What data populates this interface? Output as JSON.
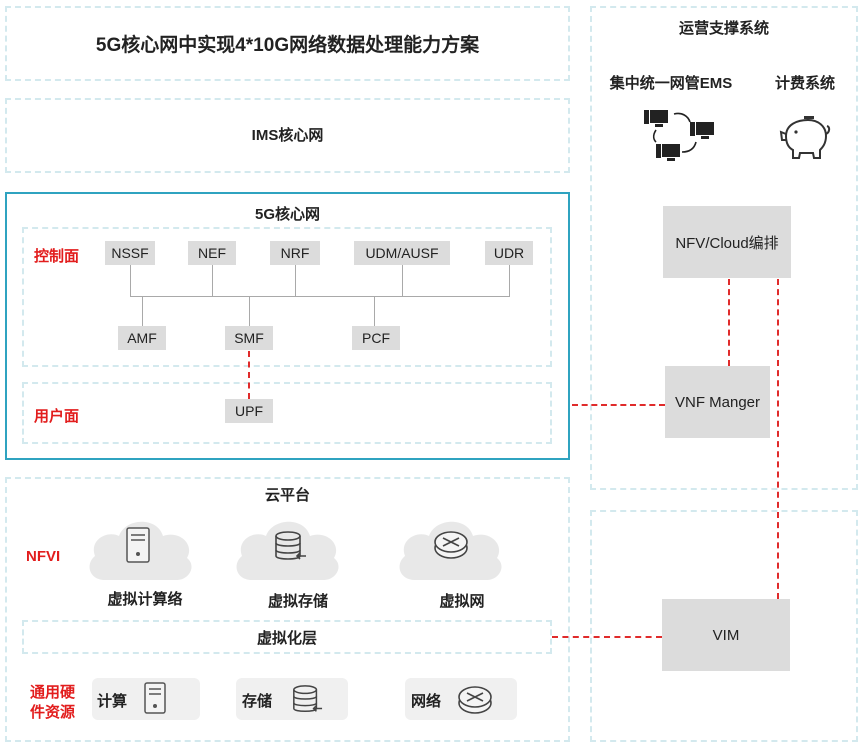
{
  "title": "5G核心网中实现4*10G网络数据处理能力方案",
  "ims": "IMS核心网",
  "core5g": {
    "title": "5G核心网",
    "control_label": "控制面",
    "user_label": "用户面",
    "nfs_top": [
      "NSSF",
      "NEF",
      "NRF",
      "UDM/AUSF",
      "UDR"
    ],
    "nfs_mid": [
      "AMF",
      "SMF",
      "PCF"
    ],
    "upf": "UPF"
  },
  "cloud": {
    "title": "云平台",
    "nfvi_label": "NFVI",
    "items": [
      "虚拟计算络",
      "虚拟存储",
      "虚拟网"
    ],
    "virt_layer": "虚拟化层",
    "hw_label": "通用硬件资源",
    "hw_items": [
      "计算",
      "存储",
      "网络"
    ]
  },
  "oss": {
    "title": "运营支撑系统",
    "ems": "集中统一网管EMS",
    "billing": "计费系统"
  },
  "mano": {
    "nfvo": "NFV/Cloud编排",
    "vnfm": "VNF Manger",
    "vim": "VIM"
  },
  "colors": {
    "accent_red": "#e21d1d",
    "teal_border": "#2fa3c0",
    "dashed_border": "#d3e9ee",
    "nf_box": "#dcdcdc"
  }
}
